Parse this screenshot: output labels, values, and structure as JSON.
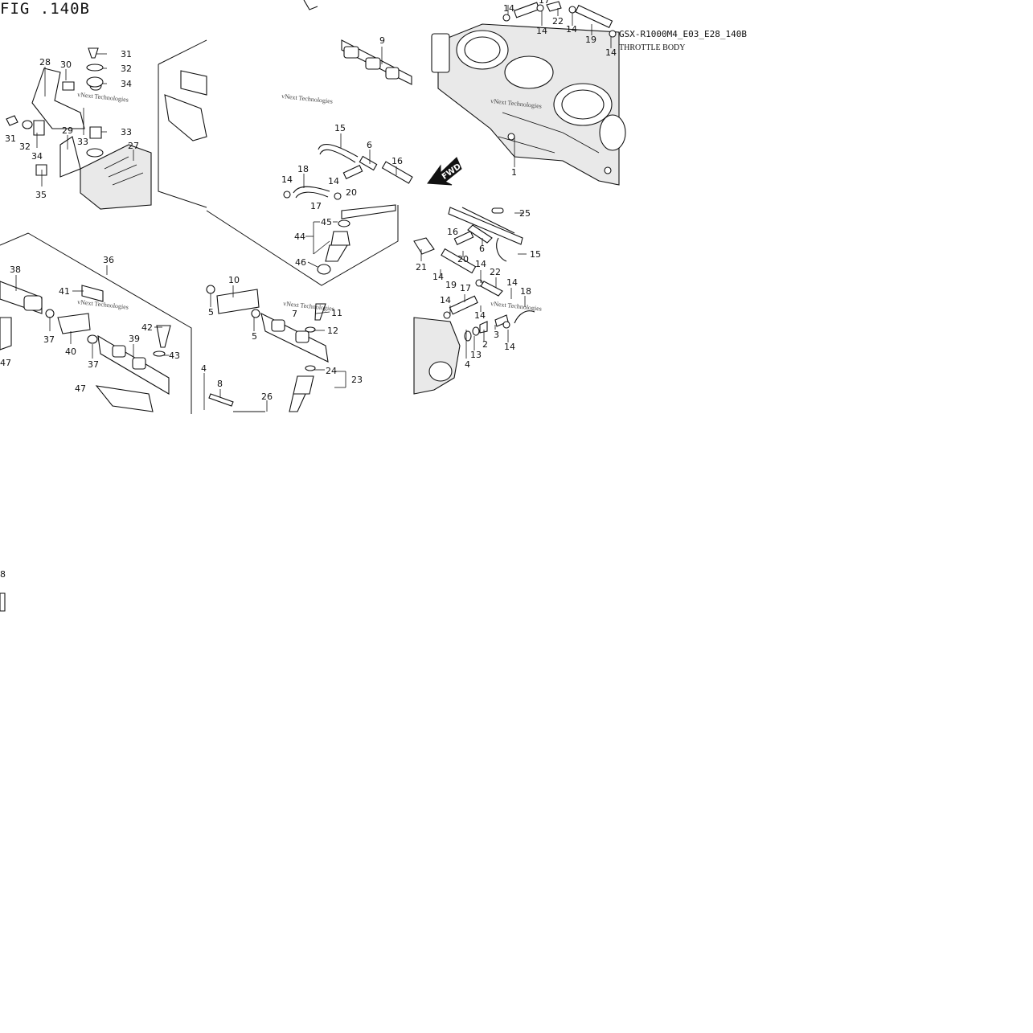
{
  "figure": {
    "title": "FIG .140B",
    "model_code": "GSX-R1000M4_E03_E28_140B",
    "section_title": "THROTTLE BODY",
    "direction_marker": "FWD",
    "watermark": "vNext Technologies"
  },
  "callouts": {
    "n1": "1",
    "n2": "2",
    "n3": "3",
    "n4": "4",
    "n5": "5",
    "n6": "6",
    "n7": "7",
    "n8": "8",
    "n9": "9",
    "n10": "10",
    "n11": "11",
    "n12": "12",
    "n13": "13",
    "n14": "14",
    "n15": "15",
    "n16": "16",
    "n17": "17",
    "n18": "18",
    "n19": "19",
    "n20": "20",
    "n21": "21",
    "n22": "22",
    "n23": "23",
    "n24": "24",
    "n25": "25",
    "n26": "26",
    "n27": "27",
    "n28": "28",
    "n29": "29",
    "n30": "30",
    "n31": "31",
    "n32": "32",
    "n33": "33",
    "n34": "34",
    "n35": "35",
    "n36": "36",
    "n37": "37",
    "n38": "38",
    "n39": "39",
    "n40": "40",
    "n41": "41",
    "n42": "42",
    "n43": "43",
    "n44": "44",
    "n45": "45",
    "n46": "46",
    "n47": "47"
  }
}
